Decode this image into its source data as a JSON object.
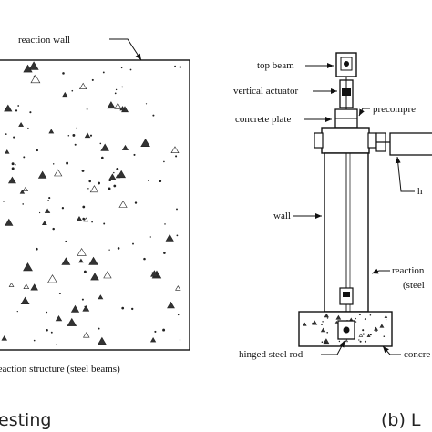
{
  "left_panel": {
    "labels": {
      "reaction_wall": "reaction wall",
      "reaction_structure": "reaction structure (steel beams)"
    },
    "caption": "esting"
  },
  "right_panel": {
    "labels": {
      "top_beam": "top beam",
      "vertical_actuator": "vertical actuator",
      "precompression": "precompre",
      "concrete_plate": "concrete plate",
      "horizontal": "h",
      "wall": "wall",
      "reaction": "reaction",
      "steel": "(steel",
      "hinged_steel_rod": "hinged steel rod",
      "concrete": "concre"
    },
    "caption": "(b) L"
  }
}
